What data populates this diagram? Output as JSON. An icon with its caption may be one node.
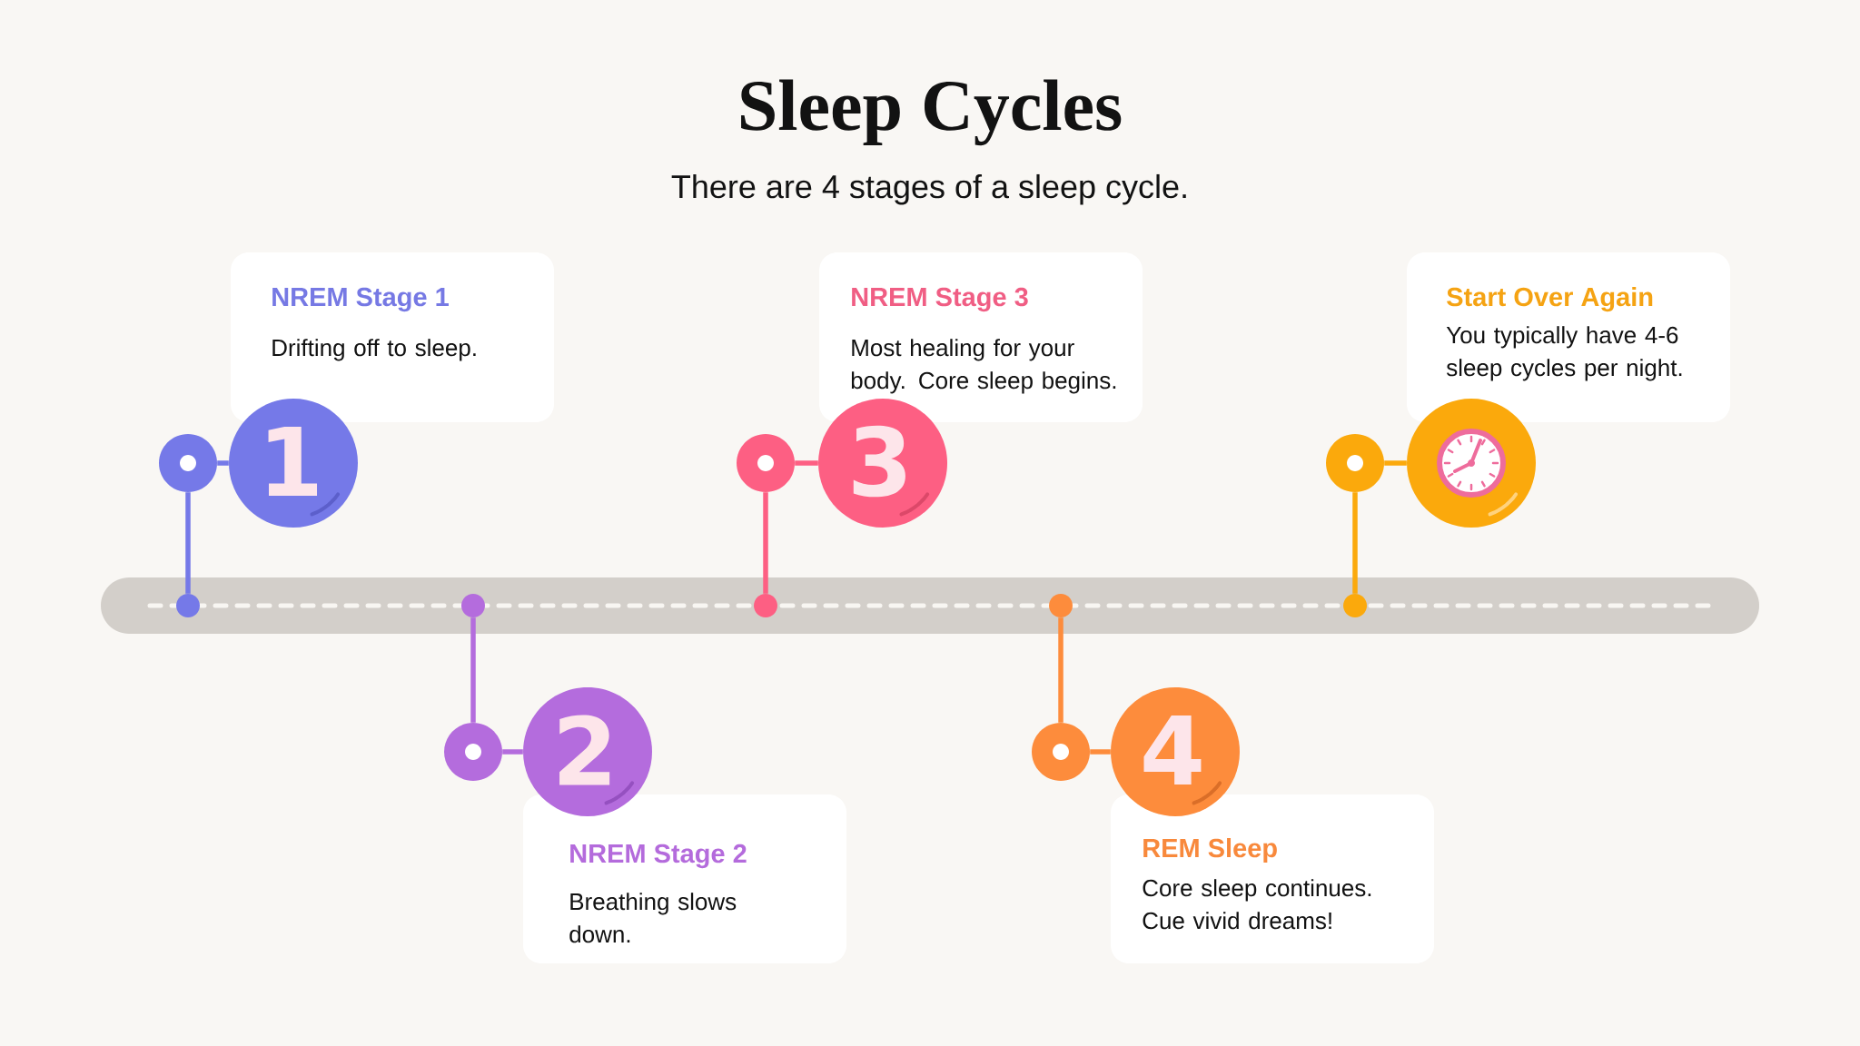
{
  "diagram": {
    "title": "Sleep Cycles",
    "nodes": [
      {
        "text": [],
        "shape": "bar"
      },
      {
        "text": [
          "NREM Stage 1",
          "Drifting off to sleep."
        ]
      },
      {
        "text": [
          "1"
        ]
      },
      {
        "text": [],
        "shape": "circle"
      },
      {
        "text": [],
        "shape": "circle",
        "in": 0
      },
      {
        "text": [
          "NREM Stage 2",
          "Breathing slows down."
        ]
      },
      {
        "text": [
          "2"
        ]
      },
      {
        "text": [],
        "shape": "circle"
      },
      {
        "text": [],
        "shape": "circle",
        "in": 0
      },
      {
        "text": [
          "NREM Stage 3",
          "Most healing for your body. Core sleep begins."
        ]
      },
      {
        "text": [
          "3"
        ]
      },
      {
        "text": [],
        "shape": "circle"
      },
      {
        "text": [],
        "shape": "circle",
        "in": 0
      },
      {
        "text": [
          "REM Sleep",
          "Core sleep continues. Cue vivid dreams!"
        ]
      },
      {
        "text": [
          "4"
        ]
      },
      {
        "text": [],
        "shape": "circle"
      },
      {
        "text": [],
        "shape": "circle",
        "in": 0
      },
      {
        "text": [
          "Start Over Again",
          "You typically have 4-6 sleep cycles per night."
        ]
      },
      {
        "text": [],
        "shape": "circle"
      },
      {
        "text": [],
        "shape": "circle"
      },
      {
        "text": [],
        "shape": "circle",
        "in": 0
      }
    ],
    "edges": [
      {
        "from": 2,
        "to": 3,
        "arrow": "none",
        "color": "#7579e8"
      },
      {
        "from": 3,
        "to": 4,
        "arrow": "none",
        "color": "#7579e8"
      },
      {
        "from": 6,
        "to": 7,
        "arrow": "none",
        "color": "#b46cdd"
      },
      {
        "from": 7,
        "to": 8,
        "arrow": "none",
        "color": "#b46cdd"
      },
      {
        "from": 10,
        "to": 11,
        "arrow": "none",
        "color": "#fd5f83"
      },
      {
        "from": 11,
        "to": 12,
        "arrow": "none",
        "color": "#fd5f83"
      },
      {
        "from": 14,
        "to": 15,
        "arrow": "none",
        "color": "#fd8c3c"
      },
      {
        "from": 15,
        "to": 16,
        "arrow": "none",
        "color": "#fd8c3c"
      },
      {
        "from": 18,
        "to": 19,
        "arrow": "none",
        "color": "#fba90c"
      },
      {
        "from": 19,
        "to": 20,
        "arrow": "none",
        "color": "#fba90c"
      }
    ],
    "labels": [
      "There are 4 stages of a sleep cycle."
    ]
  }
}
